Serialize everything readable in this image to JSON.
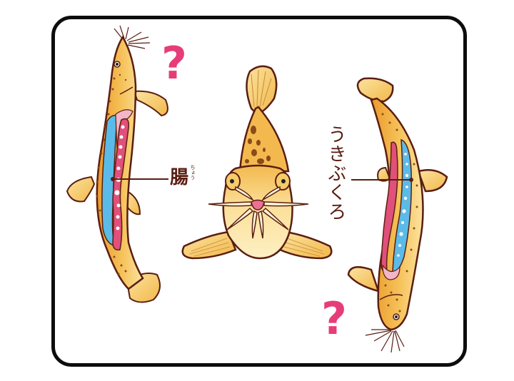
{
  "illustration": {
    "subject": "loach fish anatomy comparison",
    "colors": {
      "frame": "#0d0d0d",
      "body": "#f2b84a",
      "body_light": "#fbe3a0",
      "outline": "#5a1e12",
      "spots": "#8a4a1a",
      "intestine": "#e0507a",
      "swim_bladder": "#5bbbe8",
      "stomach_pink": "#f3b6c8",
      "question_mark": "#e63d78",
      "label_text": "#5a1e12"
    },
    "labels": {
      "intestine": "腸",
      "intestine_ruby": "ちょう",
      "swim_bladder": "うきぶくろ"
    },
    "question_marks": [
      "?",
      "?"
    ],
    "figures": [
      {
        "name": "left-fish",
        "orientation": "head-up, side view with organs",
        "pointer_label": "腸"
      },
      {
        "name": "center-fish",
        "orientation": "front view facing viewer"
      },
      {
        "name": "right-fish",
        "orientation": "head-down, side view with organs",
        "pointer_label": "うきぶくろ"
      }
    ]
  }
}
